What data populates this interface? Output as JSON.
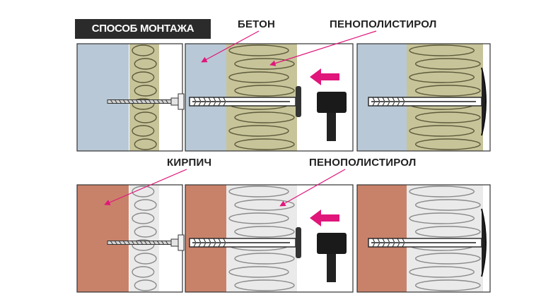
{
  "title": "СПОСОБ МОНТАЖА",
  "labels": {
    "concrete": "БЕТОН",
    "styrofoam_top": "ПЕНОПОЛИСТИРОЛ",
    "brick": "КИРПИЧ",
    "styrofoam_bottom": "ПЕНОПОЛИСТИРОЛ"
  },
  "colors": {
    "concrete": "#b9c8d6",
    "brick": "#c9826a",
    "insulation_olive": "#c7c49a",
    "insulation_outline": "#5c5a3a",
    "insulation_white": "#eaeaea",
    "insulation_white_outline": "#8a8a8a",
    "arrow": "#e0167a",
    "hammer": "#1a1a1a"
  },
  "rows": [
    {
      "wall": "concrete",
      "insulation": "olive",
      "steps": [
        "drill-hole",
        "insert-dowel-and-hammer",
        "installed-dowel"
      ]
    },
    {
      "wall": "brick",
      "insulation": "white",
      "steps": [
        "drill-hole",
        "insert-dowel-and-hammer",
        "installed-dowel"
      ]
    }
  ]
}
